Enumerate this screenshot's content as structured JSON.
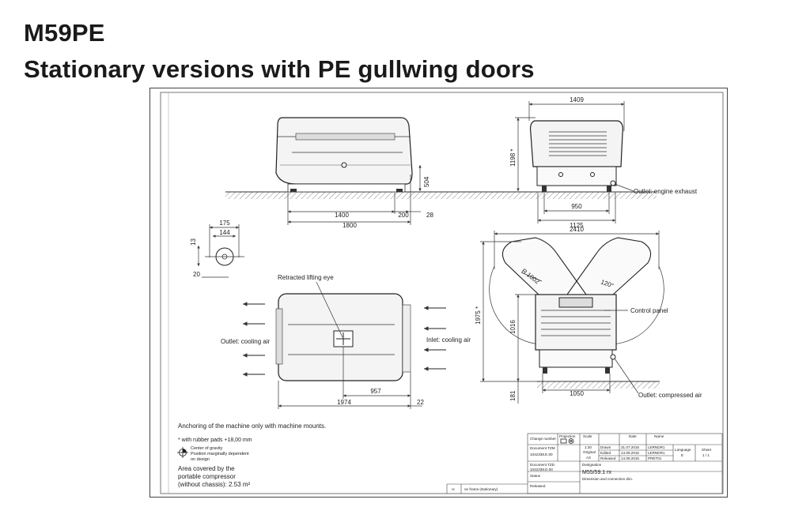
{
  "header": {
    "title": "M59PE",
    "subtitle": "Stationary versions with PE gullwing doors"
  },
  "drawing": {
    "dims": {
      "side_len": "1800",
      "side_mount": "1400",
      "side_200": "200",
      "side_28": "28",
      "side_h": "504",
      "front_w": "1409",
      "front_h": "1198 *",
      "front_950": "950",
      "front_1125": "1125",
      "open_w": "2410",
      "open_h": "1975 *",
      "open_1016": "1016",
      "open_1050": "1050",
      "open_181": "181",
      "radius": "R 1002",
      "angle": "120°",
      "top_len": "1974",
      "top_cg": "957",
      "top_22": "22",
      "mount_175": "175",
      "mount_144": "144",
      "mount_13": "13",
      "mount_20": "20"
    },
    "labels": {
      "engine_exhaust": "Outlet: engine exhaust",
      "lifting_eye": "Retracted lifting eye",
      "cooling_out": "Outlet: cooling air",
      "cooling_in": "Inlet: cooling air",
      "control_panel": "Control panel",
      "compressed_air": "Outlet: compressed air"
    },
    "notes": {
      "anchoring": "Anchoring of the machine only with machine mounts.",
      "rubber_pads": "* with rubber pads +18,00 mm",
      "cg_1": "Center of gravity",
      "cg_2": "Position marginally dependent",
      "cg_3": "on design",
      "area_1": "Area covered by the",
      "area_2": "portable compressor",
      "area_3": "(without chassis): 2.53 m²"
    },
    "titleblock": {
      "change_no": "Change number",
      "projection": "Projection",
      "scale_lbl": "Scale",
      "scale": "1:20",
      "date_lbl": "Date",
      "name_lbl": "Name",
      "drawn": "Drawn",
      "drawn_date": "31.07.2015",
      "drawn_name": "LERNDR1",
      "doc_tzm": "Document TZM",
      "doc_tzm_no": "1042338.E.00",
      "original": "Original",
      "original_fmt": "A3",
      "edited": "Edited",
      "edited_date": "14.08.2015",
      "edited_name": "LERNDR1",
      "released": "Released",
      "released_date": "14.08.2015",
      "released_name": "PRET01",
      "language_lbl": "Language",
      "language": "E",
      "sheet_lbl": "Sheet",
      "sheet": "1 / 1",
      "doc_tzd": "Document TZD",
      "doc_tzd_no": "1042338.D.00",
      "designation_lbl": "Designation",
      "designation": "M55/59.1  rx",
      "description": "Dimension and connection dim.",
      "status_lbl": "Status",
      "status": "Released",
      "rx": "rx",
      "variant": "on frame (stationary)"
    }
  }
}
